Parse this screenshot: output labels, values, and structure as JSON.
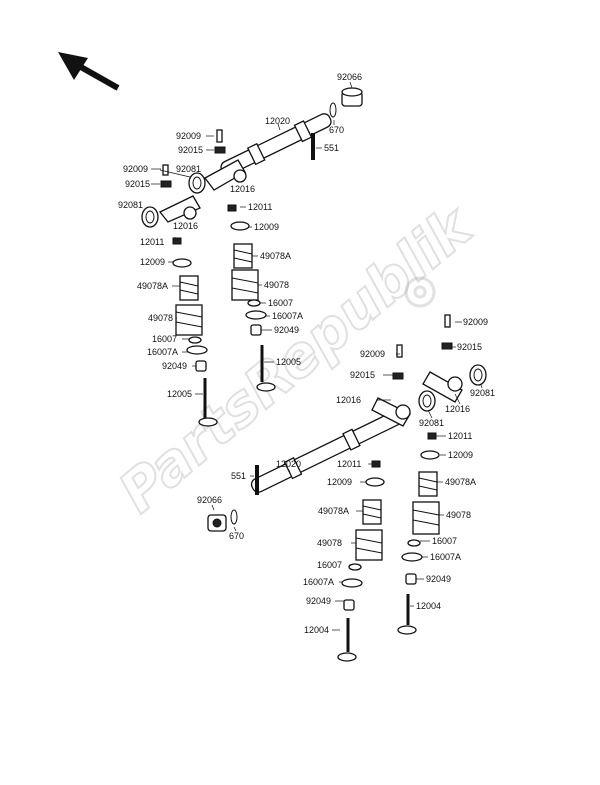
{
  "watermark": "PartsRepublik",
  "labels": {
    "l92066a": "92066",
    "l670a": "670",
    "l551a": "551",
    "l12020a": "12020",
    "l92009a": "92009",
    "l92015a": "92015",
    "l92009b": "92009",
    "l92015b": "92015",
    "l92081a": "92081",
    "l12016a": "12016",
    "l92081b": "92081",
    "l12016b": "12016",
    "l12011a": "12011",
    "l12011b": "12011",
    "l12009a": "12009",
    "l12009b": "12009",
    "l49078Aa": "49078A",
    "l49078Ab": "49078A",
    "l49078a": "49078",
    "l49078b": "49078",
    "l16007a": "16007",
    "l16007b": "16007",
    "l16007Aa": "16007A",
    "l16007Ab": "16007A",
    "l92049a": "92049",
    "l92049b": "92049",
    "l12005a": "12005",
    "l12005b": "12005",
    "r92009a": "92009",
    "r92009b": "92009",
    "r92015a": "92015",
    "r92015b": "92015",
    "r12016a": "12016",
    "r12016b": "12016",
    "r92081a": "92081",
    "r92081b": "92081",
    "r12011a": "12011",
    "r12011b": "12011",
    "r12009a": "12009",
    "r12009b": "12009",
    "r551": "551",
    "r12020": "12020",
    "r92066": "92066",
    "r670": "670",
    "r49078Aa": "49078A",
    "r49078Ab": "49078A",
    "r49078a": "49078",
    "r49078b": "49078",
    "r16007a": "16007",
    "r16007b": "16007",
    "r16007Aa": "16007A",
    "r16007Ab": "16007A",
    "r92049a": "92049",
    "r92049b": "92049",
    "r12004a": "12004",
    "r12004b": "12004"
  }
}
